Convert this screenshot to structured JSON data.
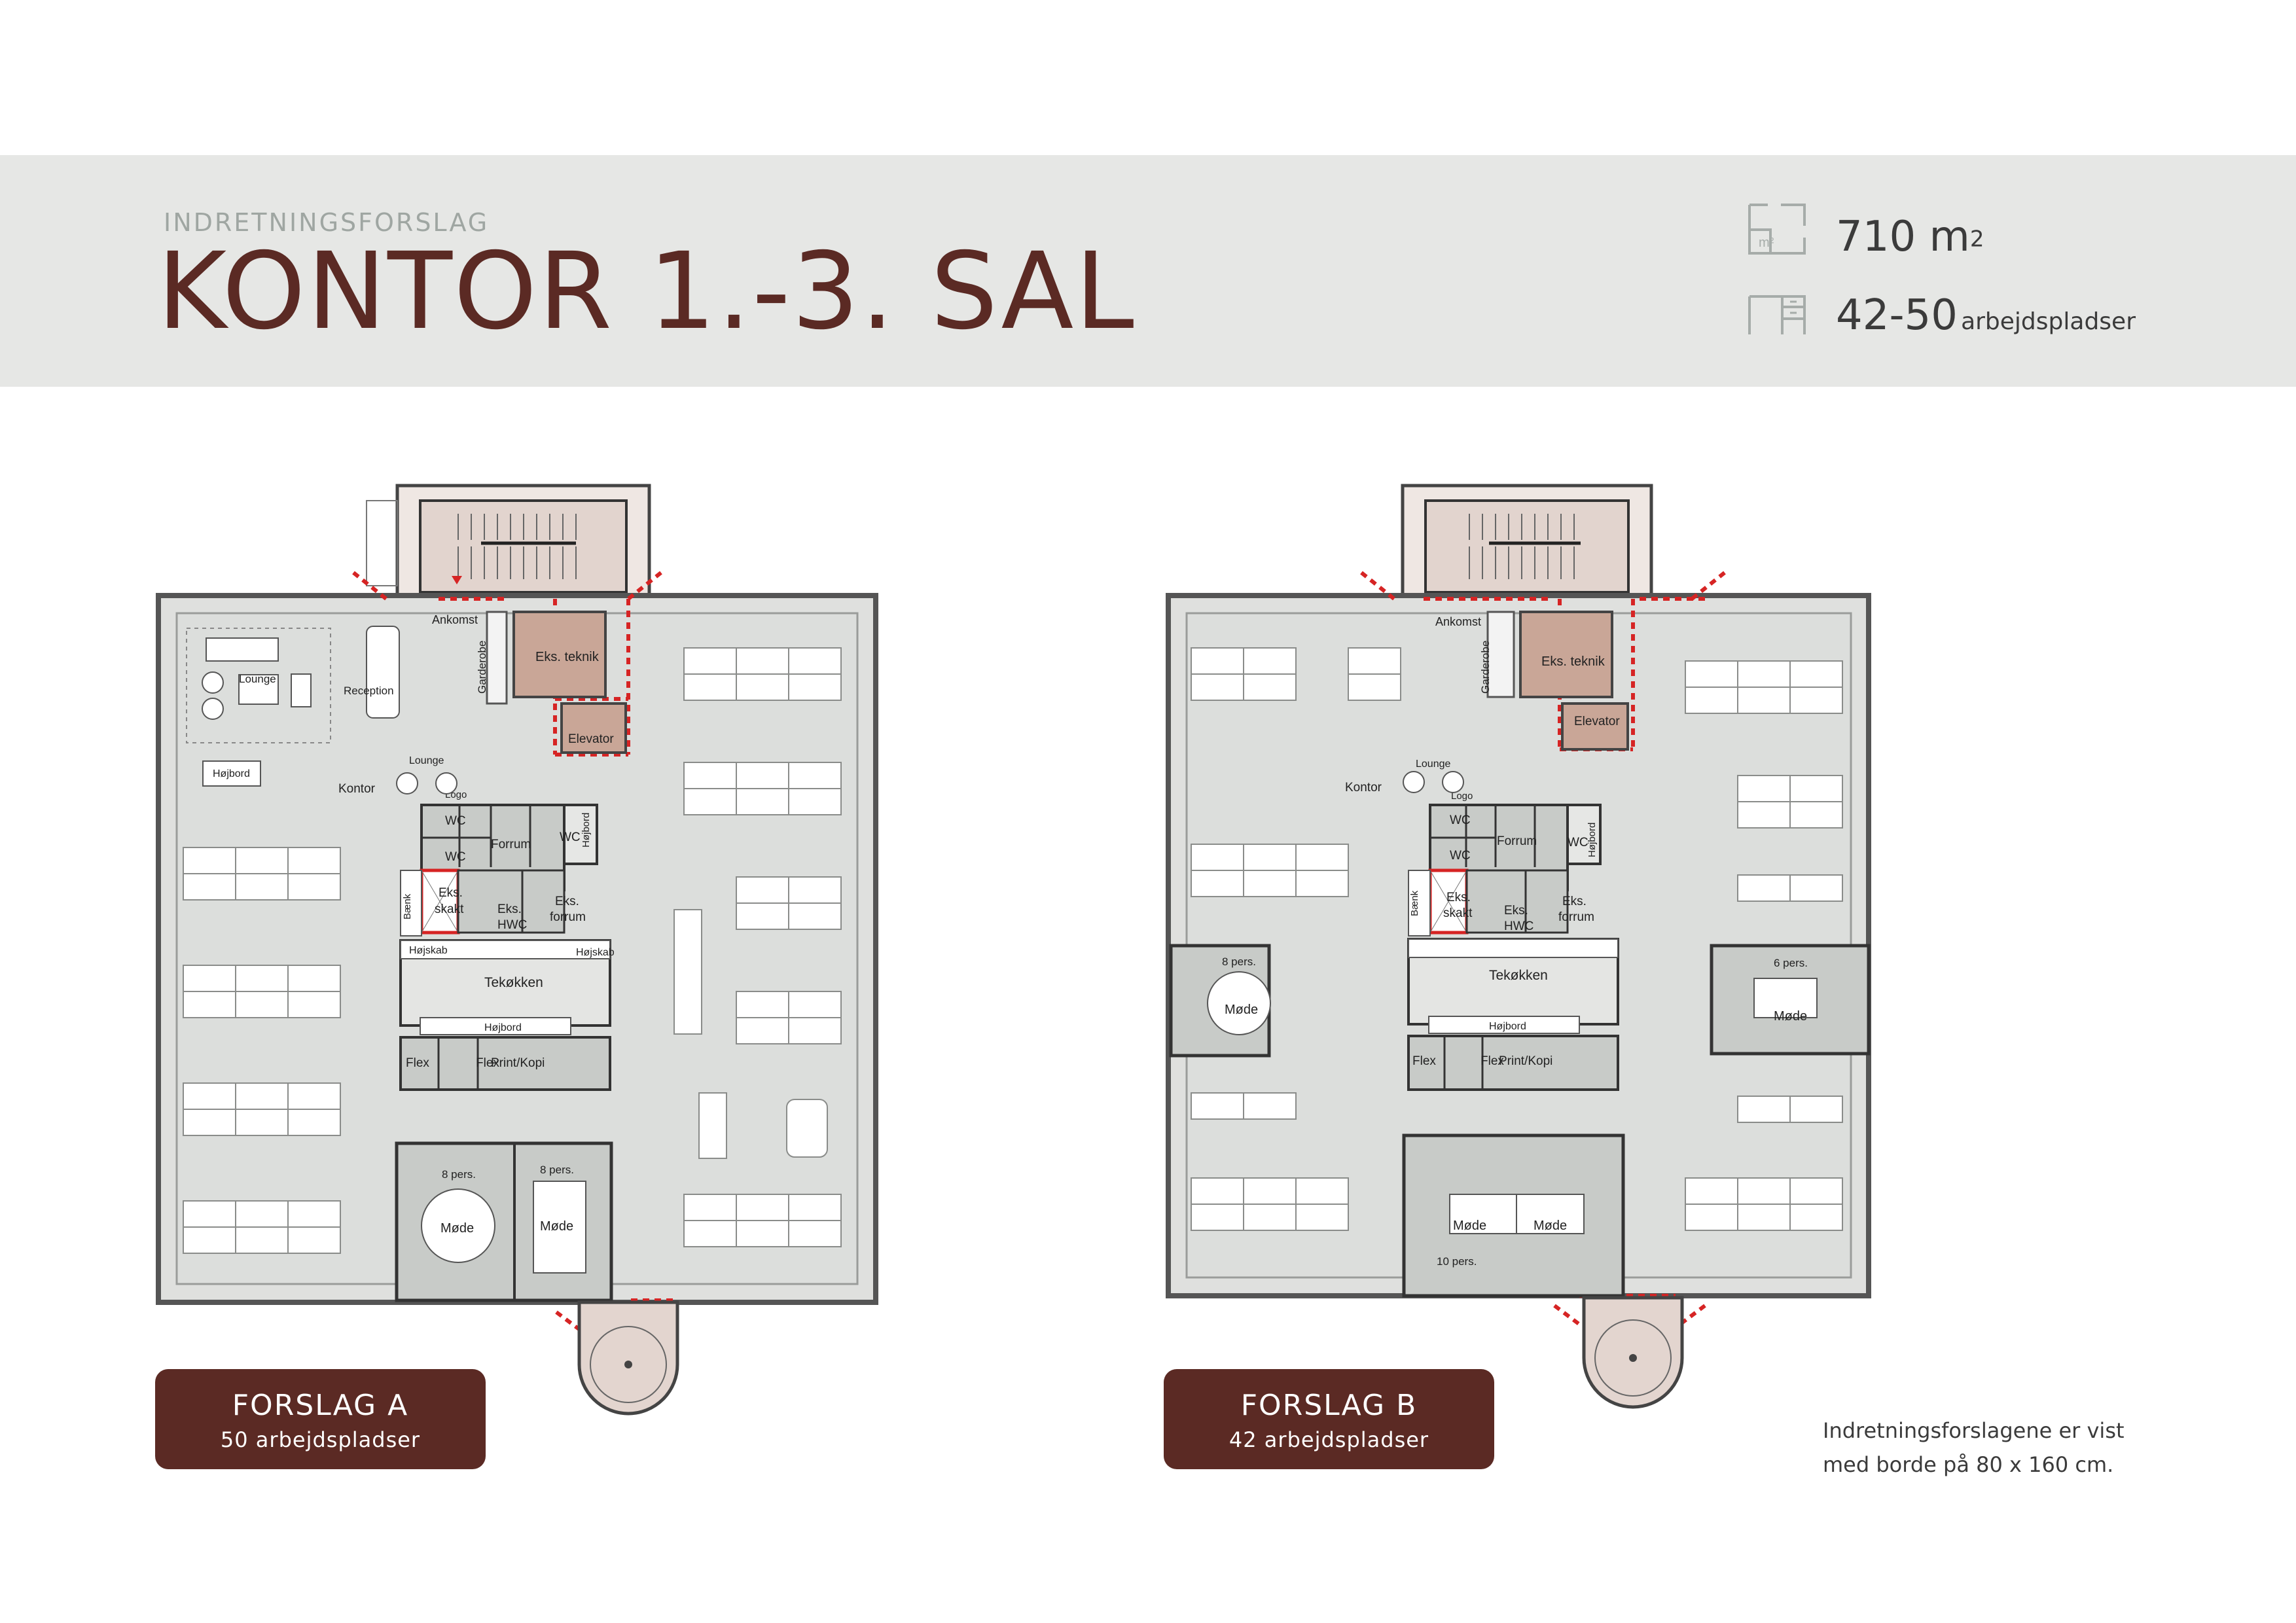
{
  "header": {
    "kicker": "INDRETNINGSFORSLAG",
    "title": "KONTOR 1.-3. SAL",
    "area_value": "710 m",
    "area_sup": "2",
    "icon_area_label": "m²",
    "seats_value": "42-50",
    "seats_label": "arbejdspladser",
    "icons": [
      "floorplan-area-icon",
      "desk-icon"
    ]
  },
  "plan_a": {
    "rooms": {
      "ankomst": "Ankomst",
      "garderobe": "Garderobe",
      "eks_teknik": "Eks. teknik",
      "elevator": "Elevator",
      "lounge": "Lounge",
      "reception": "Reception",
      "hojbord": "Højbord",
      "kontor": "Kontor",
      "lounge2": "Lounge",
      "logo": "Logo",
      "wc1": "WC",
      "wc2": "WC",
      "forrum": "Forrum",
      "wc3": "WC",
      "hojbord_side": "Højbord",
      "baenk": "Bænk",
      "eks_skakt_1": "Eks.",
      "eks_skakt_2": "skakt",
      "eks_hwc_1": "Eks.",
      "eks_hwc_2": "HWC",
      "eks_forrum_1": "Eks.",
      "eks_forrum_2": "forrum",
      "hojskab1": "Højskab",
      "hojskab2": "Højskab",
      "tekokken": "Tekøkken",
      "hojbord2": "Højbord",
      "flex1": "Flex",
      "flex2": "Flex",
      "print": "Print/Kopi",
      "pers1": "8 pers.",
      "mode1": "Møde",
      "pers2": "8 pers.",
      "mode2": "Møde"
    }
  },
  "plan_b": {
    "rooms": {
      "ankomst": "Ankomst",
      "garderobe": "Garderobe",
      "eks_teknik": "Eks. teknik",
      "elevator": "Elevator",
      "kontor": "Kontor",
      "lounge": "Lounge",
      "logo": "Logo",
      "wc1": "WC",
      "wc2": "WC",
      "forrum": "Forrum",
      "wc3": "WC",
      "hojbord_side": "Højbord",
      "baenk": "Bænk",
      "eks_skakt_1": "Eks.",
      "eks_skakt_2": "skakt",
      "eks_hwc_1": "Eks.",
      "eks_hwc_2": "HWC",
      "eks_forrum_1": "Eks.",
      "eks_forrum_2": "forrum",
      "tekokken": "Tekøkken",
      "hojbord2": "Højbord",
      "flex1": "Flex",
      "flex2": "Flex",
      "print": "Print/Kopi",
      "pers_left": "8 pers.",
      "mode_left": "Møde",
      "pers_right": "6 pers.",
      "mode_right": "Møde",
      "mode_c1": "Møde",
      "mode_c2": "Møde",
      "pers_c": "10 pers."
    }
  },
  "badges": {
    "a_title": "FORSLAG A",
    "a_sub": "50 arbejdspladser",
    "b_title": "FORSLAG B",
    "b_sub": "42 arbejdspladser"
  },
  "note": {
    "line1": "Indretningsforslagene er vist",
    "line2": "med borde på 80 x 160 cm."
  },
  "colors": {
    "brand": "#5b2a24",
    "header_bg": "#e6e7e5",
    "floor": "#dcdedc",
    "core": "#c8cbc8",
    "tech_room": "#c9a697",
    "stair": "#e3d5cf",
    "exit_marker": "#d62424"
  }
}
